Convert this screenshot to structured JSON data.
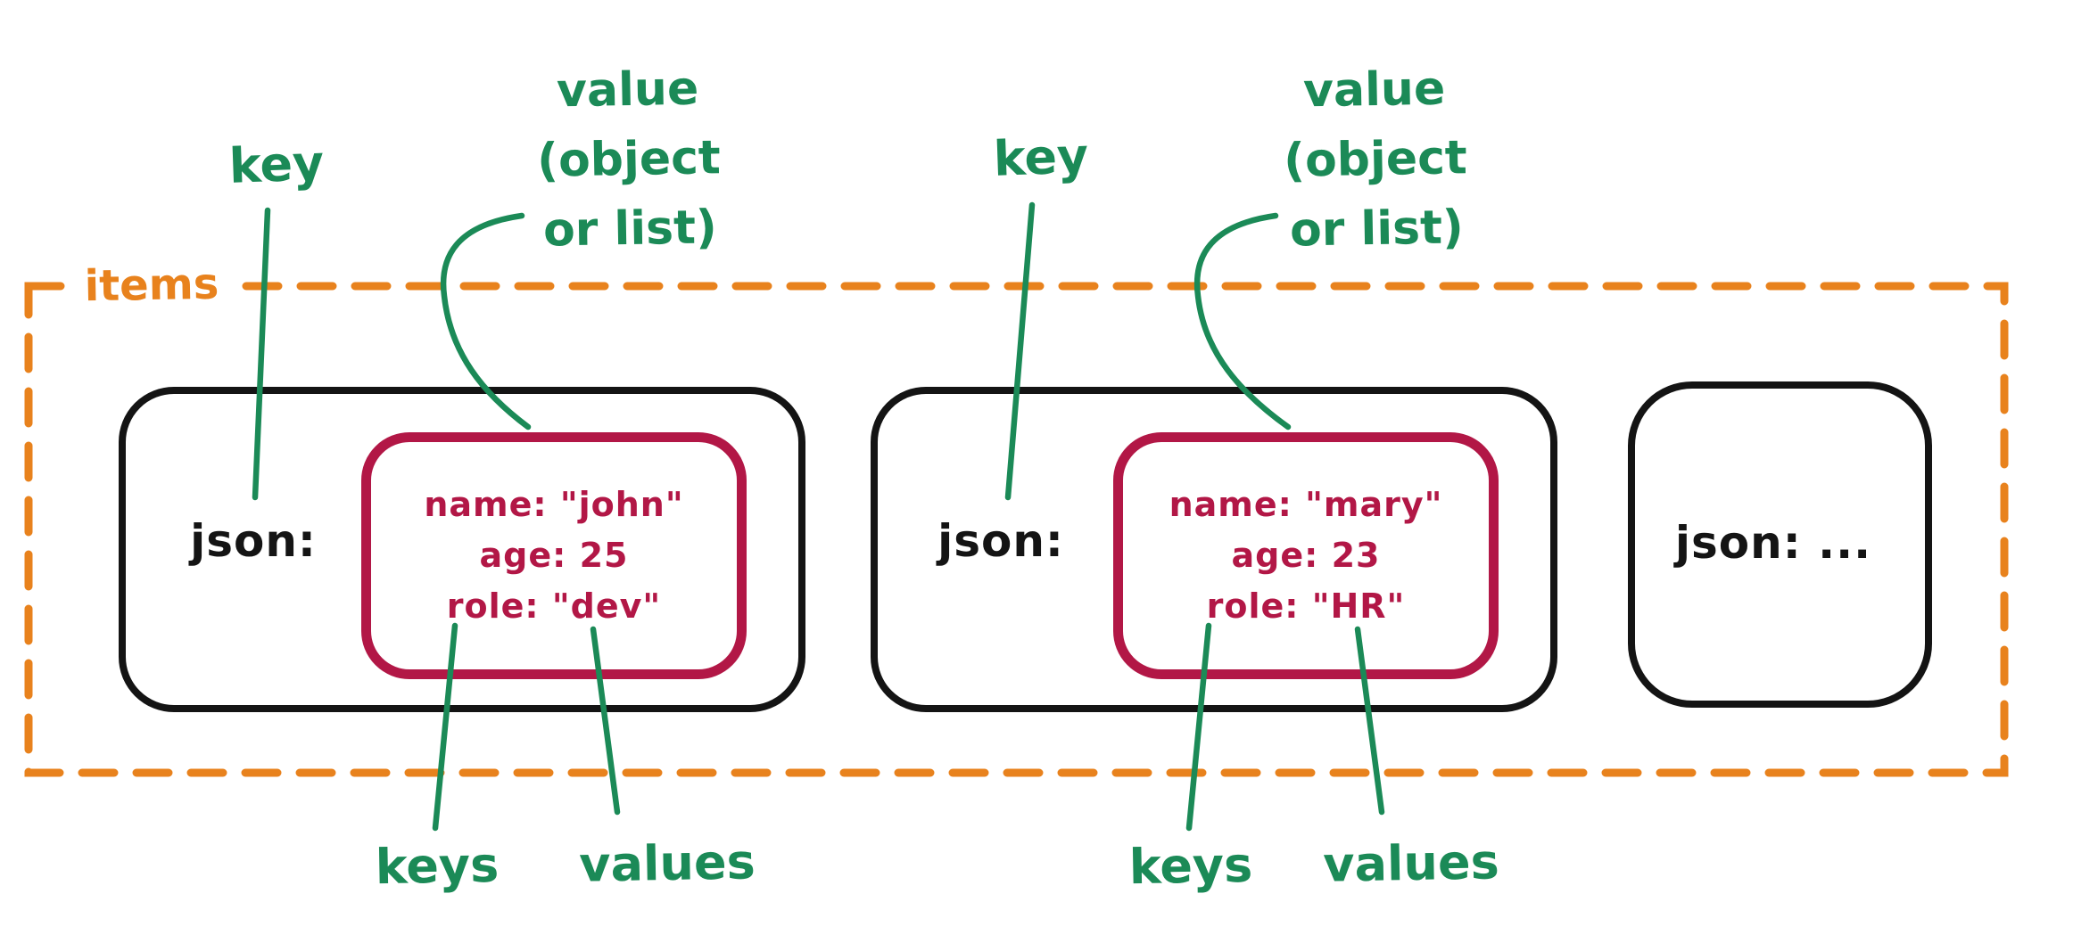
{
  "colors": {
    "annotation_green": "#1B8A57",
    "items_orange": "#E8821D",
    "object_red": "#B21746",
    "box_black": "#141414"
  },
  "outer_group": {
    "label": "items"
  },
  "annotations": {
    "key": "key",
    "value_lines": [
      "value",
      "(object",
      "or list)"
    ],
    "keys": "keys",
    "values": "values"
  },
  "items": [
    {
      "key_text": "json:",
      "object_lines": [
        "name: \"john\"",
        "age: 25",
        "role: \"dev\""
      ]
    },
    {
      "key_text": "json:",
      "object_lines": [
        "name: \"mary\"",
        "age: 23",
        "role: \"HR\""
      ]
    },
    {
      "key_text": "json: ..."
    }
  ]
}
